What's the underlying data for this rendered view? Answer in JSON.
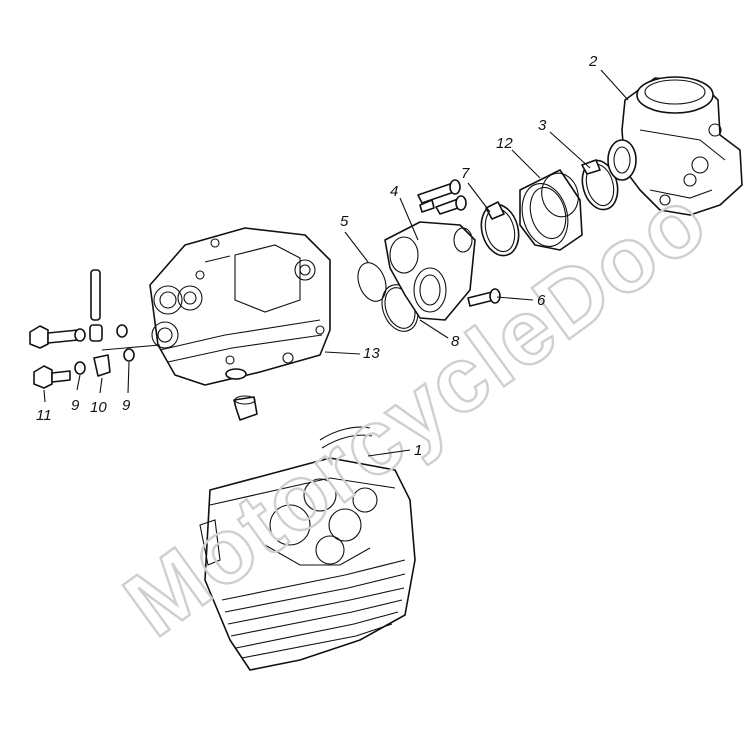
{
  "watermark": "MotorcycleDoo",
  "callouts": [
    {
      "id": "1",
      "text": "1"
    },
    {
      "id": "2",
      "text": "2"
    },
    {
      "id": "3",
      "text": "3"
    },
    {
      "id": "4",
      "text": "4"
    },
    {
      "id": "5",
      "text": "5"
    },
    {
      "id": "6",
      "text": "6"
    },
    {
      "id": "7",
      "text": "7"
    },
    {
      "id": "8",
      "text": "8"
    },
    {
      "id": "9a",
      "text": "9"
    },
    {
      "id": "9b",
      "text": "9"
    },
    {
      "id": "10",
      "text": "10"
    },
    {
      "id": "11",
      "text": "11"
    },
    {
      "id": "12",
      "text": "12"
    },
    {
      "id": "13",
      "text": "13"
    }
  ]
}
